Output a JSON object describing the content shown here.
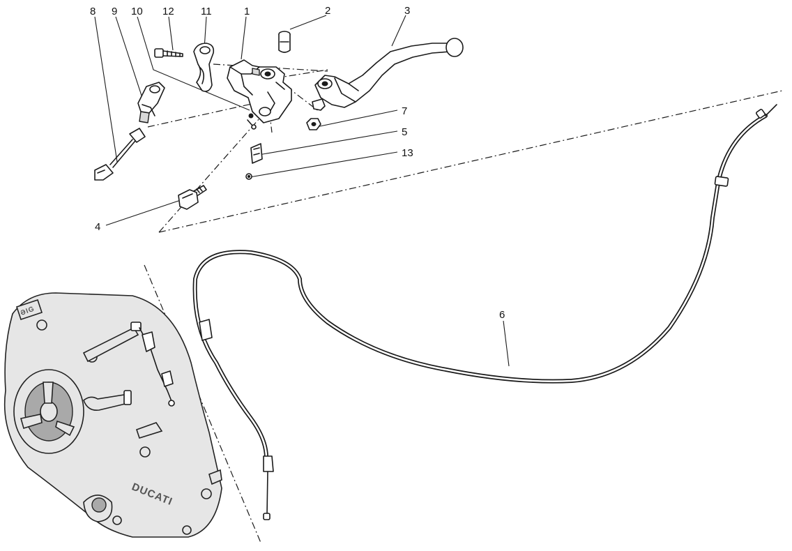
{
  "callouts": {
    "c1": "1",
    "c2": "2",
    "c3": "3",
    "c4": "4",
    "c5": "5",
    "c6": "6",
    "c7": "7",
    "c8": "8",
    "c9": "9",
    "c10": "10",
    "c11": "11",
    "c12": "12",
    "c13": "13"
  },
  "cover": {
    "brand_text": "DUCATI",
    "plate_text": "ƏIG"
  }
}
